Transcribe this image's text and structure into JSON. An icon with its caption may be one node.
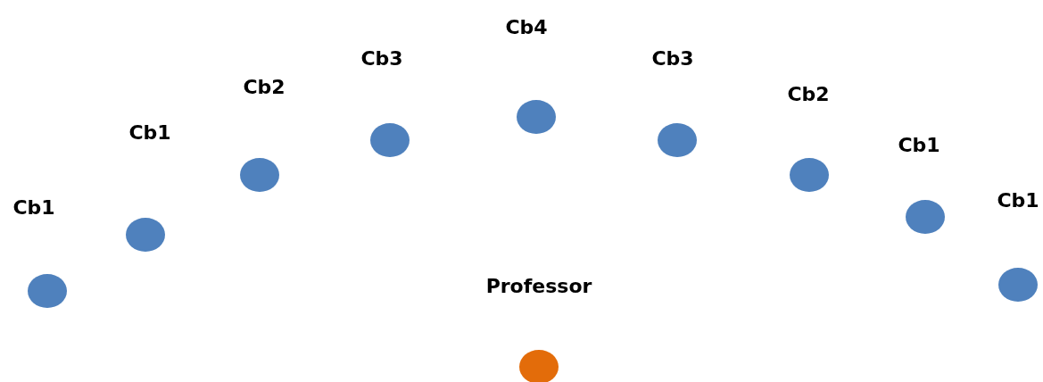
{
  "diagram": {
    "nodes": [
      {
        "text": [],
        "shape": "circle",
        "beside": [
          "Cb1"
        ]
      },
      {
        "text": [],
        "shape": "circle",
        "beside": [
          "Cb1"
        ]
      },
      {
        "text": [],
        "shape": "circle",
        "beside": [
          "Cb2"
        ]
      },
      {
        "text": [],
        "shape": "circle",
        "beside": [
          "Cb3"
        ]
      },
      {
        "text": [],
        "shape": "circle",
        "beside": [
          "Cb4"
        ]
      },
      {
        "text": [],
        "shape": "circle",
        "beside": [
          "Cb3"
        ]
      },
      {
        "text": [],
        "shape": "circle",
        "beside": [
          "Cb2"
        ]
      },
      {
        "text": [],
        "shape": "circle",
        "beside": [
          "Cb1"
        ]
      },
      {
        "text": [],
        "shape": "circle",
        "beside": [
          "Cb1"
        ]
      },
      {
        "text": [],
        "shape": "circle",
        "beside": [
          "Professor"
        ]
      }
    ],
    "edges": []
  }
}
